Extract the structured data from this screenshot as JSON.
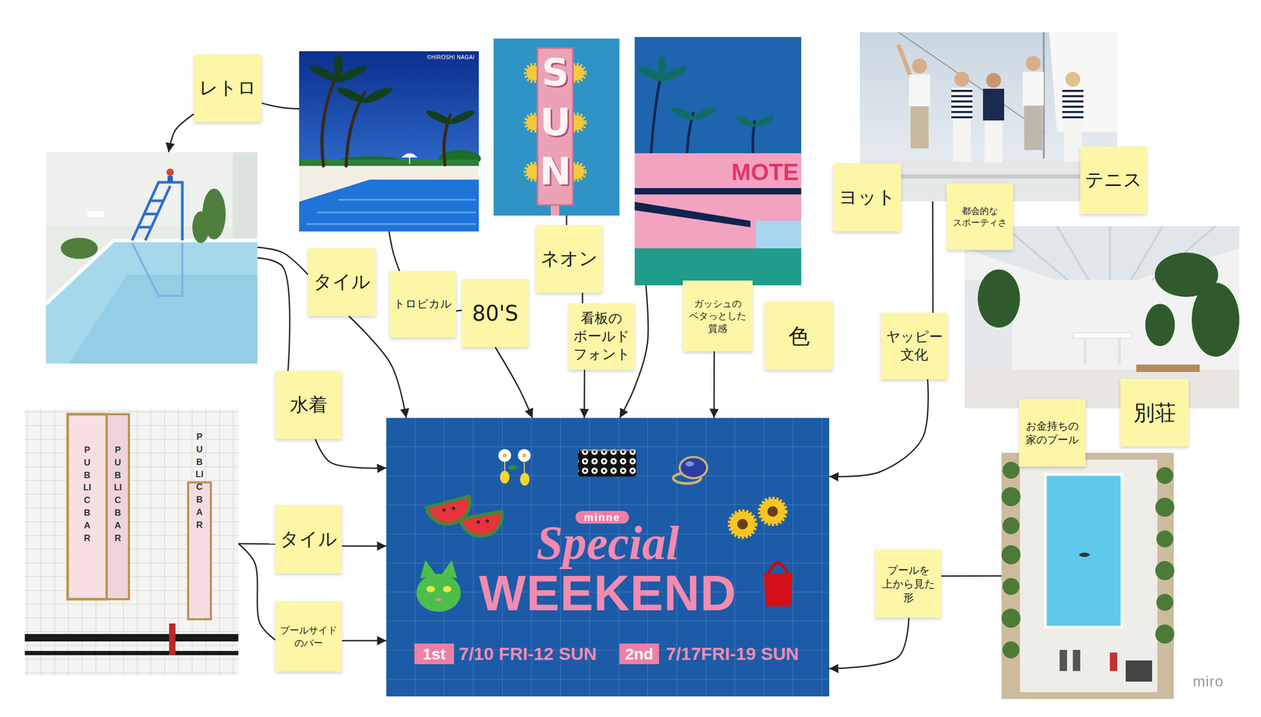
{
  "diagram": {
    "nodes": [
      {
        "text": [
          "©HIROSHI NAGAI"
        ]
      },
      {
        "text": [
          "SUN"
        ]
      },
      {
        "text": [
          "MOTE"
        ]
      },
      {
        "text": []
      },
      {
        "text": [
          "レトロ"
        ]
      },
      {
        "text": [
          "ヨット"
        ]
      },
      {
        "text": [
          "テニス"
        ]
      },
      {
        "text": [
          "都会的な スポーティさ"
        ]
      },
      {
        "text": []
      },
      {
        "text": []
      },
      {
        "text": [
          "タイル"
        ]
      },
      {
        "text": [
          "ネオン"
        ]
      },
      {
        "text": [
          "トロピカル"
        ]
      },
      {
        "text": [
          "80'S"
        ]
      },
      {
        "text": [
          "ガッシュの ベタっとした 質感"
        ]
      },
      {
        "text": [
          "看板の ボールド フォント"
        ]
      },
      {
        "text": [
          "色"
        ]
      },
      {
        "text": [
          "ヤッピー 文化"
        ]
      },
      {
        "text": [
          "水着"
        ]
      },
      {
        "text": [
          "別荘"
        ]
      },
      {
        "text": [
          "お金持ちの 家のプール"
        ]
      },
      {
        "text": [
          "PUBLIC BAR",
          "PUBLIC BAR",
          "PUBLIC BAR"
        ]
      },
      {
        "text": [
          "minne",
          "Special",
          "WEEKEND",
          "1st",
          "7/10 FRI-12 SUN",
          "2nd",
          "7/17FRI-19 SUN"
        ]
      },
      {
        "text": []
      },
      {
        "text": [
          "タイル"
        ]
      },
      {
        "text": [
          "プールを 上から見た 形"
        ]
      },
      {
        "text": [
          "プールサイド のバー"
        ]
      }
    ],
    "edges": [
      {
        "from": 0,
        "to": 4,
        "arrow": "none"
      },
      {
        "from": 4,
        "to": 8,
        "arrow": "to"
      },
      {
        "from": 0,
        "to": 12,
        "arrow": "none"
      },
      {
        "from": 12,
        "to": 13,
        "arrow": "none"
      },
      {
        "from": 13,
        "to": 22,
        "arrow": "to"
      },
      {
        "from": 8,
        "to": 10,
        "arrow": "none"
      },
      {
        "from": 10,
        "to": 22,
        "arrow": "to"
      },
      {
        "from": 8,
        "to": 18,
        "arrow": "none"
      },
      {
        "from": 18,
        "to": 22,
        "arrow": "to"
      },
      {
        "from": 1,
        "to": 11,
        "arrow": "none"
      },
      {
        "from": 11,
        "to": 15,
        "arrow": "none"
      },
      {
        "from": 15,
        "to": 22,
        "arrow": "to"
      },
      {
        "from": 2,
        "to": 22,
        "arrow": "to"
      },
      {
        "from": 14,
        "to": 22,
        "arrow": "to"
      },
      {
        "from": 3,
        "to": 17,
        "arrow": "none"
      },
      {
        "from": 17,
        "to": 22,
        "arrow": "to"
      },
      {
        "from": 23,
        "to": 25,
        "arrow": "none"
      },
      {
        "from": 25,
        "to": 22,
        "arrow": "to"
      },
      {
        "from": 21,
        "to": 24,
        "arrow": "none"
      },
      {
        "from": 24,
        "to": 22,
        "arrow": "to"
      },
      {
        "from": 21,
        "to": 26,
        "arrow": "none"
      },
      {
        "from": 26,
        "to": 22,
        "arrow": "to"
      }
    ],
    "labels": [
      "miro"
    ]
  }
}
